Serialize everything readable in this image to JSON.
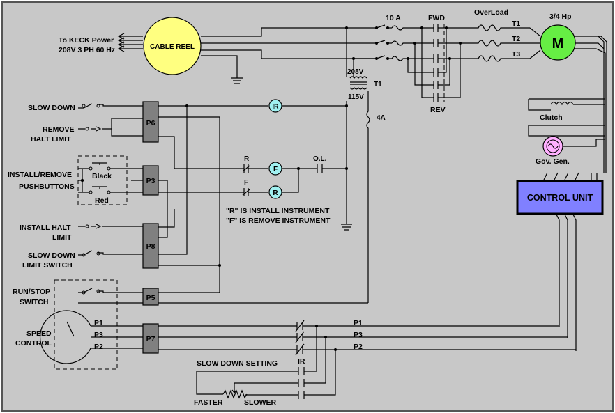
{
  "power": {
    "source_line1": "To KECK Power",
    "source_line2": "208V 3 PH 60 Hz",
    "cable_reel": "CABLE REEL"
  },
  "fuse": {
    "main": "10 A",
    "control": "4A"
  },
  "contactors": {
    "fwd": "FWD",
    "rev": "REV",
    "overload": "OverLoad"
  },
  "motor": {
    "hp": "3/4 Hp",
    "symbol": "M",
    "t1": "T1",
    "t2": "T2",
    "t3": "T3"
  },
  "transformer": {
    "primary": "208V",
    "secondary": "115V",
    "name": "T1"
  },
  "right_side": {
    "clutch": "Clutch",
    "gov_gen": "Gov. Gen.",
    "control_unit": "CONTROL UNIT"
  },
  "left_labels": {
    "slow_down": "SLOW DOWN",
    "remove_halt_1": "REMOVE",
    "remove_halt_2": "HALT LIMIT",
    "install_remove_1": "INSTALL/REMOVE",
    "install_remove_2": "PUSHBUTTONS",
    "black": "Black",
    "red": "Red",
    "install_halt_1": "INSTALL HALT",
    "install_halt_2": "LIMIT",
    "slow_down_limit_1": "SLOW DOWN",
    "slow_down_limit_2": "LIMIT SWITCH",
    "run_stop_1": "RUN/STOP",
    "run_stop_2": "SWITCH",
    "speed_1": "SPEED",
    "speed_2": "CONTROL"
  },
  "connectors": {
    "p6": "P6",
    "p3": "P3",
    "p8": "P8",
    "p5": "P5",
    "p7": "P7"
  },
  "pins": {
    "p1": "P1",
    "p3": "P3",
    "p2": "P2"
  },
  "relays": {
    "ir": "IR",
    "f": "F",
    "r": "R",
    "ol": "O.L."
  },
  "notes": {
    "r_note": "\"R\" IS INSTALL INSTRUMENT",
    "f_note": "\"F\" IS REMOVE INSTRUMENT"
  },
  "slow_setting": {
    "title": "SLOW DOWN SETTING",
    "faster": "FASTER",
    "slower": "SLOWER",
    "ir": "IR"
  },
  "colors": {
    "background": "#c8c8c8",
    "cable_reel": "#ffff80",
    "motor": "#66ee44",
    "relay": "#a0f0f0",
    "gov_gen": "#ffb0ff",
    "control_unit": "#8080ff",
    "connector": "#808080"
  }
}
